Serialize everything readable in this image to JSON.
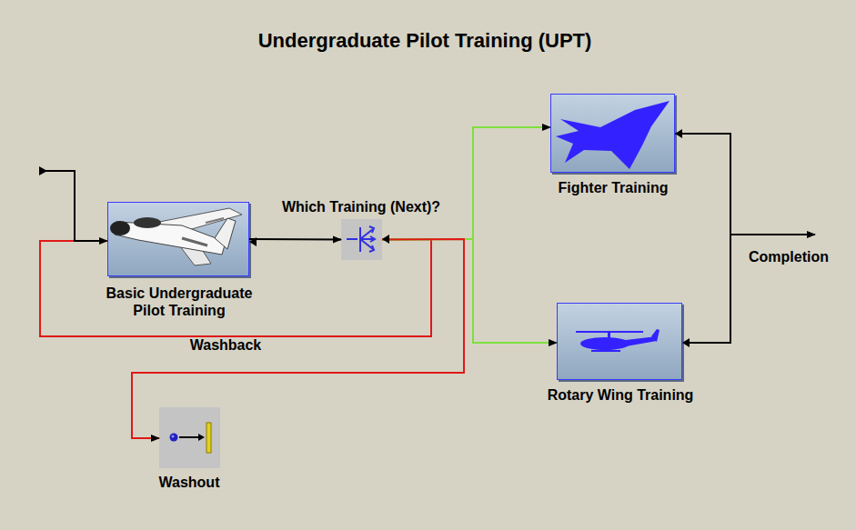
{
  "diagram": {
    "title": "Undergraduate Pilot Training (UPT)",
    "nodes": [
      {
        "text": [
          "Basic Undergraduate Pilot Training"
        ]
      },
      {
        "text": [
          "Which Training (Next)?"
        ]
      },
      {
        "text": [
          "Fighter Training"
        ]
      },
      {
        "text": [
          "Rotary Wing Training"
        ]
      },
      {
        "text": [
          "Washout"
        ]
      }
    ],
    "edges": [
      {
        "from": 0,
        "to": 1,
        "arrow": "to"
      },
      {
        "from": 1,
        "to": 0,
        "label": "Washback",
        "arrow": "to"
      },
      {
        "from": 1,
        "to": 2,
        "arrow": "to"
      },
      {
        "from": 1,
        "to": 3,
        "arrow": "to"
      },
      {
        "from": 1,
        "to": 4,
        "arrow": "to"
      }
    ],
    "labels": [
      "Completion"
    ]
  }
}
